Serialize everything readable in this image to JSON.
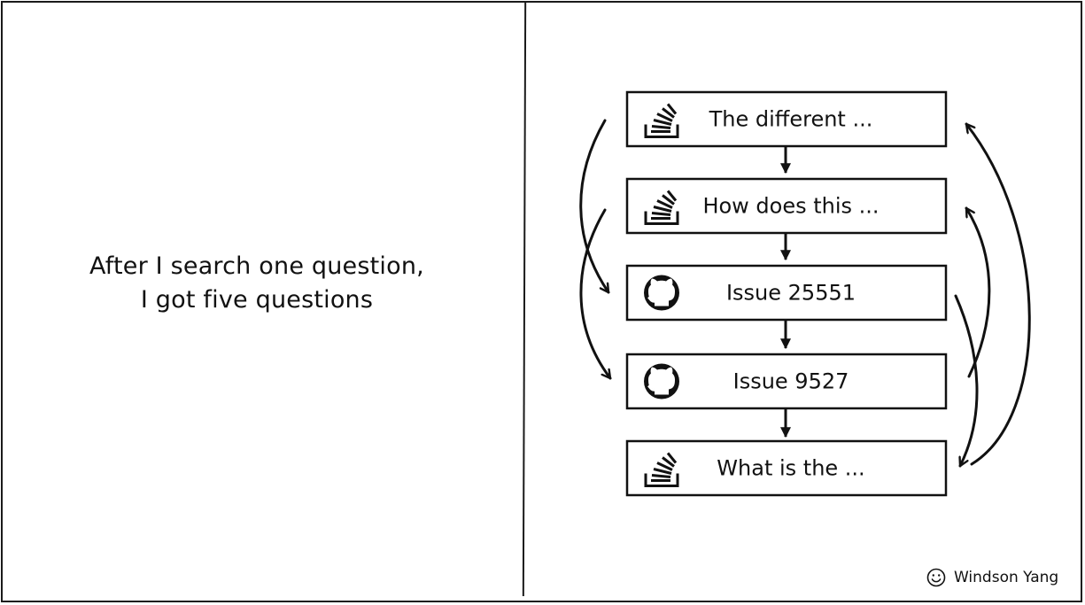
{
  "left_panel": {
    "lines": [
      "After I search one question,",
      "I got five questions"
    ]
  },
  "nodes": [
    {
      "icon": "stackoverflow-icon",
      "label": "The different ..."
    },
    {
      "icon": "stackoverflow-icon",
      "label": "How does this ..."
    },
    {
      "icon": "github-icon",
      "label": "Issue 25551"
    },
    {
      "icon": "github-icon",
      "label": "Issue 9527"
    },
    {
      "icon": "stackoverflow-icon",
      "label": "What is the ..."
    }
  ],
  "credit": {
    "icon": "smiley-icon",
    "author": "Windson Yang"
  }
}
